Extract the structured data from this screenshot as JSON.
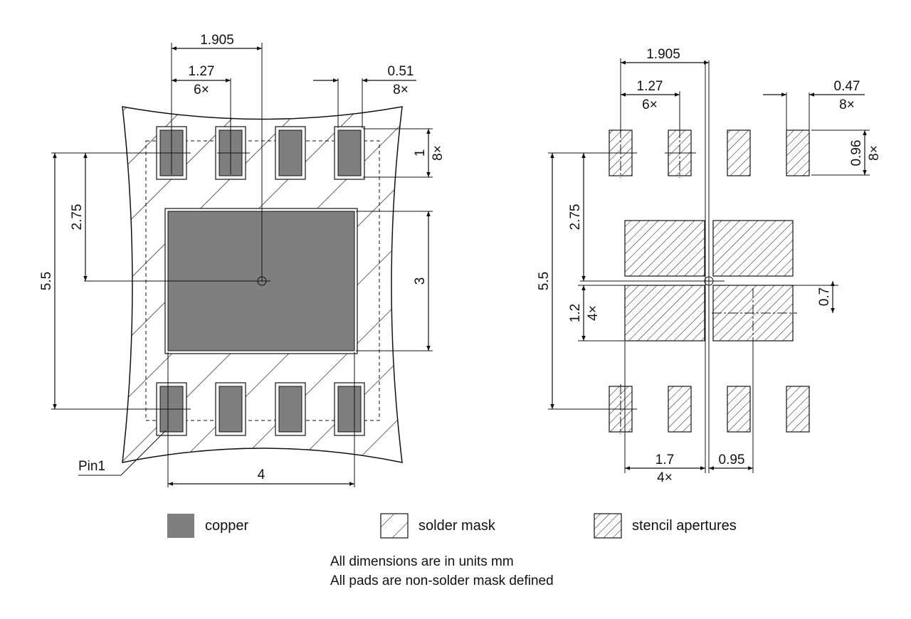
{
  "footprint": {
    "labels": {
      "pitch_half": "1.905",
      "pitch": "1.27",
      "pitch_count": "6×",
      "pad_width": "0.51",
      "pad_width_count": "8×",
      "pad_height": "1",
      "pad_height_count": "8×",
      "row_to_center": "2.75",
      "row_to_row": "5.5",
      "thermal_height": "3",
      "thermal_width": "4",
      "pin1": "Pin1"
    }
  },
  "stencil": {
    "labels": {
      "pitch_half": "1.905",
      "pitch": "1.27",
      "pitch_count": "6×",
      "aperture_width": "0.47",
      "aperture_width_count": "8×",
      "aperture_height": "0.96",
      "aperture_height_count": "8×",
      "row_to_center": "2.75",
      "row_to_row": "5.5",
      "center_aperture_height": "1.2",
      "center_aperture_height_count": "4×",
      "center_gap": "0.7",
      "center_aperture_width": "1.7",
      "center_aperture_width_count": "4×",
      "center_offset": "0.95"
    }
  },
  "legend": {
    "copper": "copper",
    "solder_mask": "solder mask",
    "stencil": "stencil apertures"
  },
  "notes": {
    "line1": "All dimensions are in units mm",
    "line2": "All pads are non-solder mask defined"
  }
}
